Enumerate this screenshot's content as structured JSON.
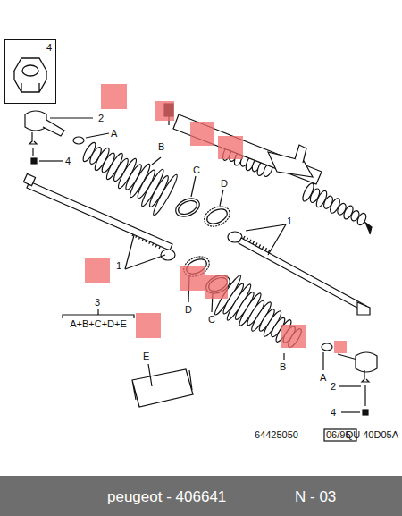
{
  "diagram": {
    "caption": "peugeot - 406641",
    "nodes": [
      {
        "text": [
          "4"
        ]
      }
    ],
    "labels": [
      "2",
      "A",
      "4",
      "B",
      "C",
      "D",
      "1",
      "1",
      "3",
      "A+B+C+D+E",
      "D",
      "C",
      "B",
      "A",
      "2",
      "4",
      "E",
      "64425050",
      "06/95",
      "QU 40D05A",
      "N - 03"
    ]
  }
}
